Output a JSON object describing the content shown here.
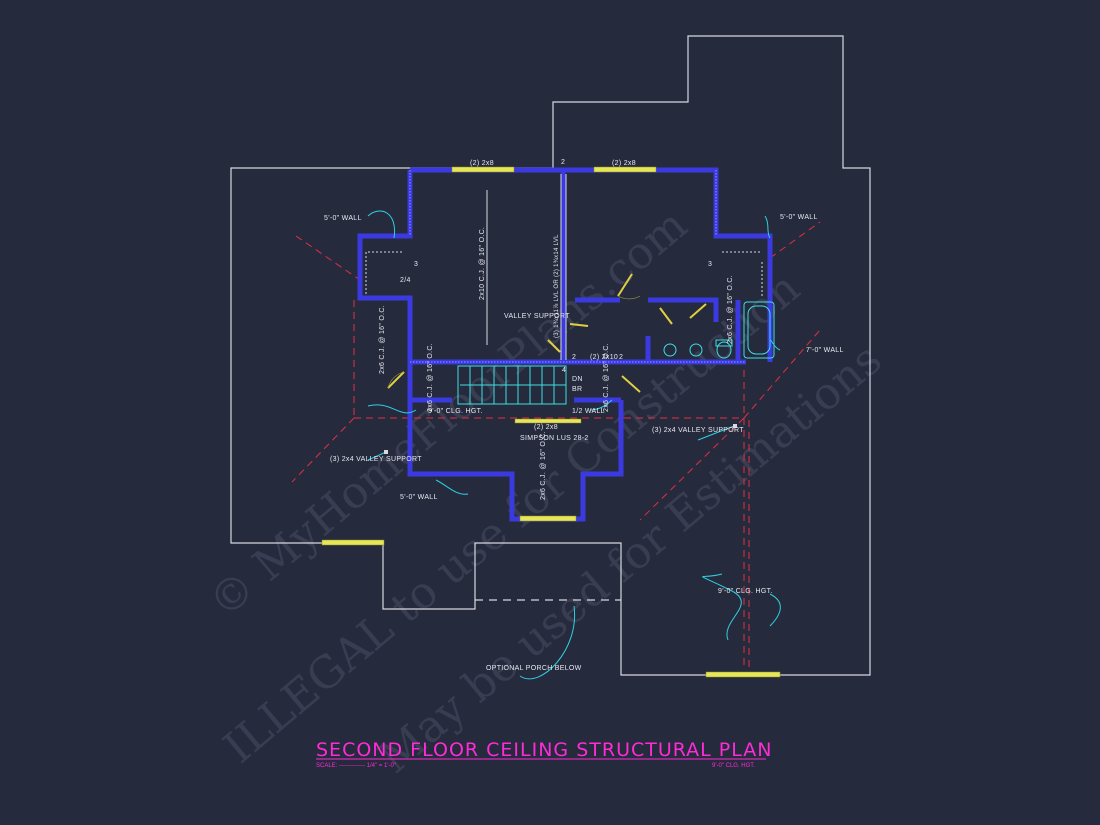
{
  "watermark": {
    "line1": "© MyHomeFloorPlans.com",
    "line2": "ILLEGAL to use for Construction",
    "line3": "May be used for Estimations"
  },
  "title": {
    "text": "SECOND FLOOR CEILING STRUCTURAL PLAN",
    "scale": "SCALE: ------------- 1/4\" = 1'-0\"",
    "clg_hgt": "9'-0\" CLG. HGT."
  },
  "labels": {
    "header_left_top": "(2) 2x8",
    "header_right_top": "(2) 2x8",
    "grid_2_top": "2",
    "joist_left_room": "2x10 C.J. @ 16\" O.C.",
    "beam_vertical": "(3) 1¾x11⅞ LVL OR (2) 1¾x14 LVL",
    "wall_left": "5'-0\" WALL",
    "wall_right": "5'-0\" WALL",
    "wall_bottom": "5'-0\" WALL",
    "mark_3_left": "3",
    "mark_3_right": "3",
    "mark_24": "2/4",
    "valley_support_center": "VALLEY SUPPORT",
    "mark_2_a": "2",
    "mark_2_b": "2",
    "header_2x10": "(2) 2x10",
    "mark_4": "4",
    "joist_left_wing": "2x6 C.J. @ 16\" O.C.",
    "joist_mid_left": "2x6 C.J. @ 16\" O.C.",
    "joist_mid_right": "2x6 C.J. @ 16\" O.C.",
    "joist_bath": "2x6 C.J. @ 16\" O.C.",
    "joist_lower": "2x6 C.J. @ 16\" O.C.",
    "wall_7ft": "7'-0\" WALL",
    "dn": "DN",
    "br": "BR",
    "half_wall": "1/2 WALL",
    "clg_hgt_left": "9'-0\" CLG. HGT.",
    "clg_hgt_right": "9'-0\" CLG. HGT.",
    "header_simpson": "(2) 2x8",
    "simpson": "SIMPSON LUS 28-2",
    "valley_left": "(3) 2x4 VALLEY SUPPORT",
    "valley_right": "(3) 2x4 VALLEY SUPPORT",
    "optional_porch": "OPTIONAL PORCH BELOW"
  },
  "colors": {
    "background": "#262a3d",
    "outline": "#d8d8e0",
    "wall": "#3a3ae0",
    "wall_inner": "#1e1ea8",
    "header": "#e6e65a",
    "door": "#e0d040",
    "stair": "#3ee0e0",
    "dashed": "#e03040",
    "leader": "#30d0e0",
    "title": "#ff2bd6"
  }
}
